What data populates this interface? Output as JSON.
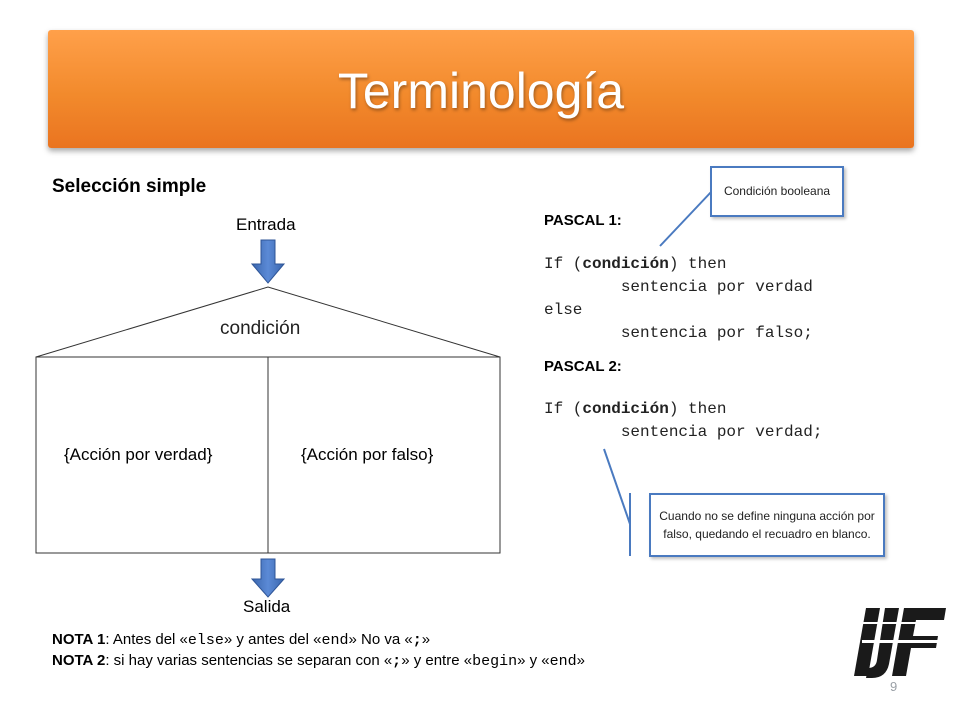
{
  "slide": {
    "title": "Terminología",
    "subtitle": "Selección simple",
    "page_number": "9"
  },
  "diagram": {
    "entrada": "Entrada",
    "condicion": "condición",
    "accion_verdad": "{Acción por verdad}",
    "accion_falso": "{Acción por falso}",
    "salida": "Salida"
  },
  "pascal1": {
    "heading": "PASCAL 1:",
    "line1_a": "If (",
    "line1_b": "condición",
    "line1_c": ") then",
    "line2": "        sentencia por verdad",
    "line3": "else",
    "line4": "        sentencia por falso;"
  },
  "pascal2": {
    "heading": "PASCAL 2:",
    "line1_a": "If (",
    "line1_b": "condición",
    "line1_c": ") then",
    "line2": "        sentencia por verdad;"
  },
  "callouts": {
    "condicion": "Condición booleana",
    "sin_falso": "Cuando no se define ninguna acción por falso, quedando el recuadro en blanco."
  },
  "notes": {
    "n1_label": "NOTA 1",
    "n1_a": ": Antes del «",
    "n1_b": "else",
    "n1_c": "» y antes del «",
    "n1_d": "end",
    "n1_e": "» No va «",
    "n1_f": ";",
    "n1_g": "»",
    "n2_label": "NOTA 2",
    "n2_a": ": si hay varias sentencias se separan con «",
    "n2_b": ";",
    "n2_c": "» y entre «",
    "n2_d": "begin",
    "n2_e": "» y «",
    "n2_f": "end",
    "n2_g": "»"
  },
  "logo": {
    "text": "IJF",
    "icon": "ijf-logo-icon"
  },
  "colors": {
    "banner": "#f28a2c",
    "arrow": "#4a78c2",
    "callout_border": "#4a7ac0"
  }
}
